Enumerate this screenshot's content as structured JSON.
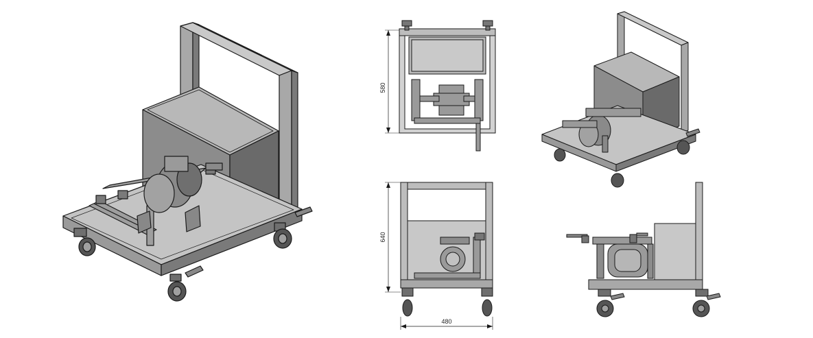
{
  "dimensions": {
    "top_height": "580",
    "front_height": "640",
    "front_width": "480"
  },
  "colors": {
    "line": "#1a1a1a",
    "frame_light": "#bdbdbd",
    "frame_mid": "#9a9a9a",
    "frame_dark": "#6f6f6f",
    "box_front": "#8c8c8c",
    "box_side": "#6a6a6a",
    "box_top": "#b8b8b8",
    "panel": "#c4c4c4",
    "wheel": "#555555"
  }
}
